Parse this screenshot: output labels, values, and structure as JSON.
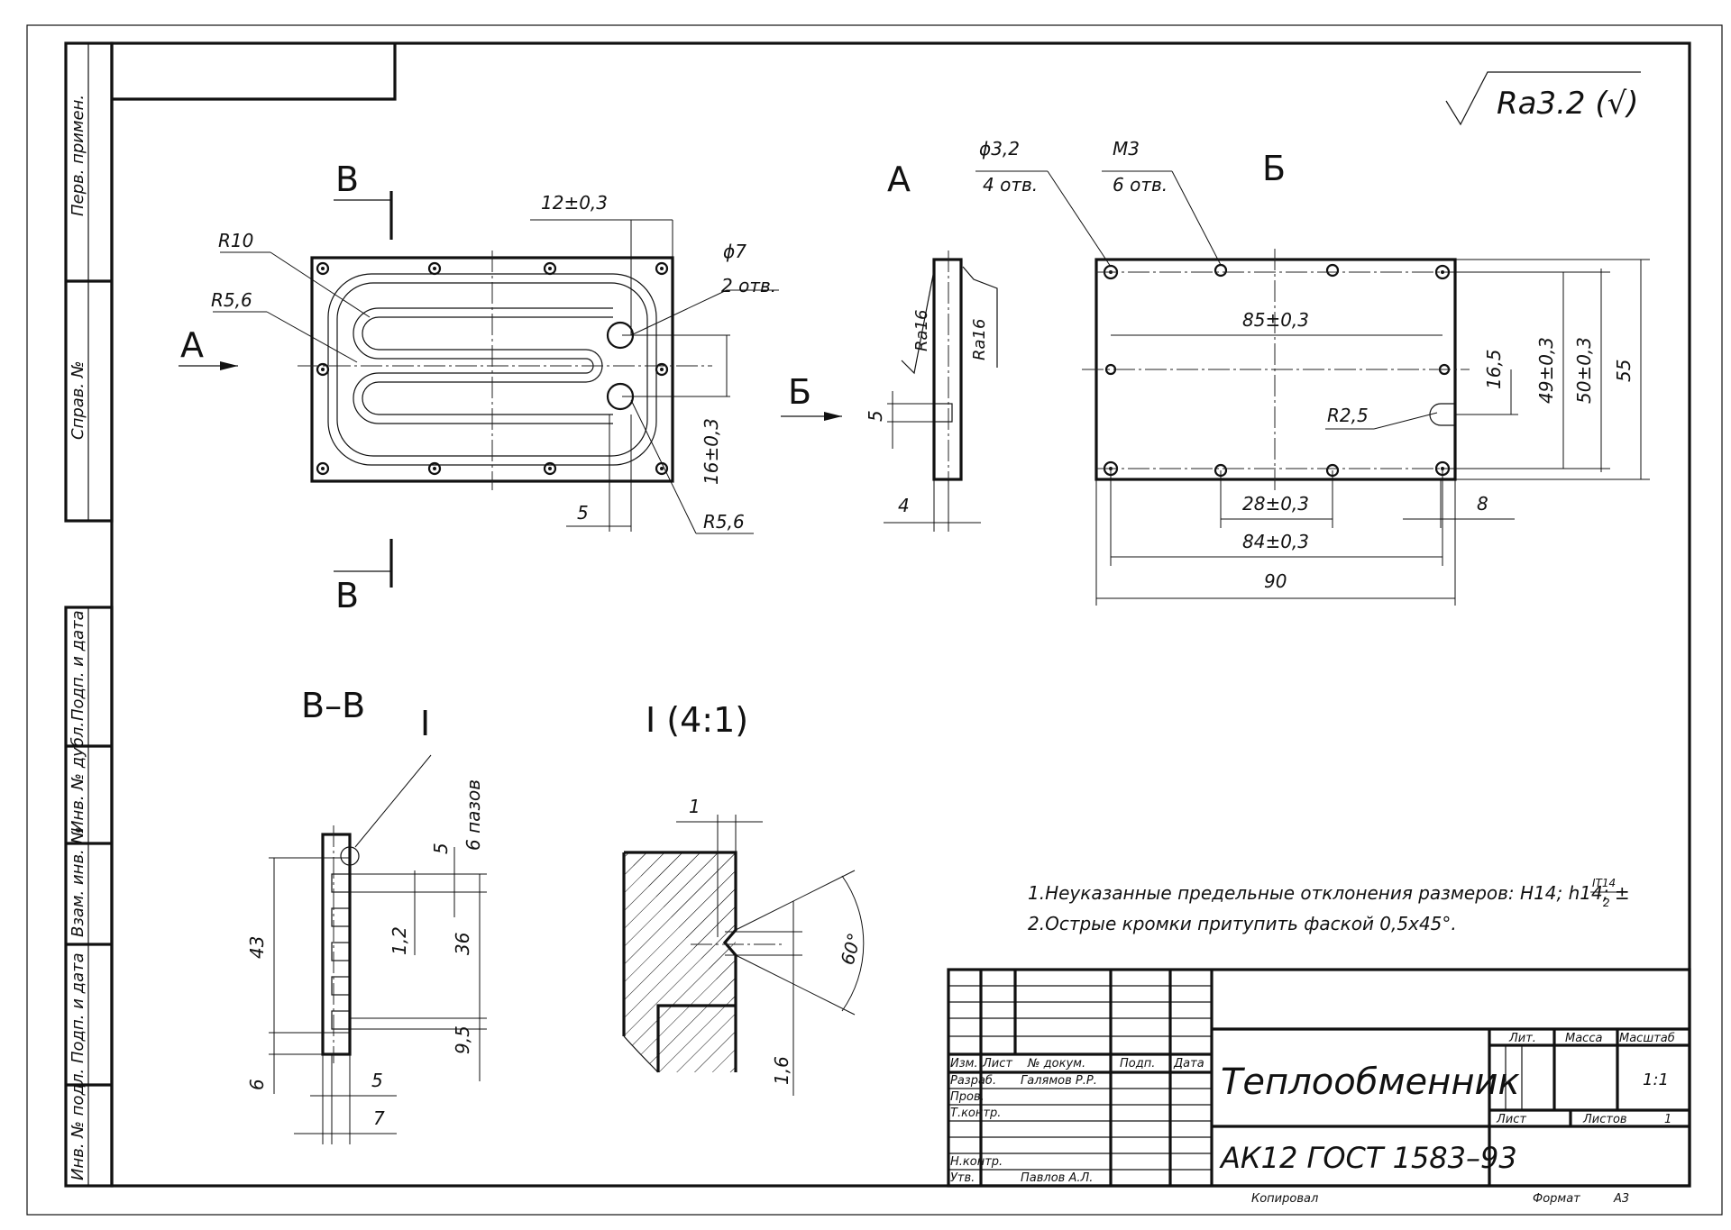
{
  "roughness": {
    "symbol": "Ra3.2 (√)"
  },
  "views": {
    "front_section_label_top": "В",
    "front_section_label_bottom": "В",
    "view_a_arrow": "А",
    "view_a_title": "А",
    "view_b_arrow": "Б",
    "view_b_title": "Б",
    "section_title": "В–В",
    "detail_marker": "I",
    "detail_title": "I (4:1)"
  },
  "front_dims": {
    "r10": "R10",
    "r56_top": "R5,6",
    "r56_bottom": "R5,6",
    "d12": "12±0,3",
    "phi7": "ϕ7",
    "phi7_count": "2 отв.",
    "d16": "16±0,3",
    "d5": "5"
  },
  "view_a_dims": {
    "ra16_left": "Ra16",
    "ra16_right": "Ra16",
    "d5": "5",
    "d4": "4"
  },
  "view_b_dims": {
    "phi32": "ϕ3,2",
    "phi32_count": "4 отв.",
    "m3": "М3",
    "m3_count": "6 отв.",
    "d85": "85±0,3",
    "d165": "16,5",
    "d49": "49±0,3",
    "d50": "50±0,3",
    "d55": "55",
    "r25": "R2,5",
    "d28": "28±0,3",
    "d8": "8",
    "d84": "84±0,3",
    "d90": "90"
  },
  "section_dims": {
    "slots": "6 пазов",
    "d5_top": "5",
    "d43": "43",
    "d12": "1,2",
    "d36": "36",
    "d95": "9,5",
    "d6": "6",
    "d5_bottom": "5",
    "d7": "7"
  },
  "detail_dims": {
    "d1": "1",
    "d60": "60°",
    "d16": "1,6"
  },
  "notes": {
    "line1": "1.Неуказанные  предельные отклонения размеров: H14;  h14;  ±",
    "line1_frac_num": "IT14",
    "line1_frac_den": "2",
    "line2": "2.Острые кромки притупить фаской 0,5х45°."
  },
  "side_strip": {
    "perv_primen": "Перв. примен.",
    "sprav_no": "Справ. №",
    "podp_data_1": "Подп. и дата",
    "inv_dubl": "Инв. № дубл.",
    "vzam_inv": "Взам. инв. №",
    "podp_data_2": "Подп. и дата",
    "inv_podl": "Инв. № подл."
  },
  "title_block": {
    "izm": "Изм.",
    "list": "Лист",
    "no_dokum": "№ докум.",
    "podp": "Подп.",
    "data": "Дата",
    "razrab": "Разраб.",
    "razrab_name": "Галямов Р.Р.",
    "prov": "Пров.",
    "tkontr": "Т.контр.",
    "nkontr": "Н.контр.",
    "utv": "Утв.",
    "utv_name": "Павлов А.Л.",
    "part_name": "Теплообменник",
    "material": "АК12 ГОСТ 1583–93",
    "lit": "Лит.",
    "massa": "Масса",
    "masshtab": "Масштаб",
    "scale_value": "1:1",
    "sheet_label": "Лист",
    "sheets_label": "Листов",
    "sheets_value": "1",
    "copied": "Копировал",
    "format": "Формат",
    "format_value": "А3"
  }
}
